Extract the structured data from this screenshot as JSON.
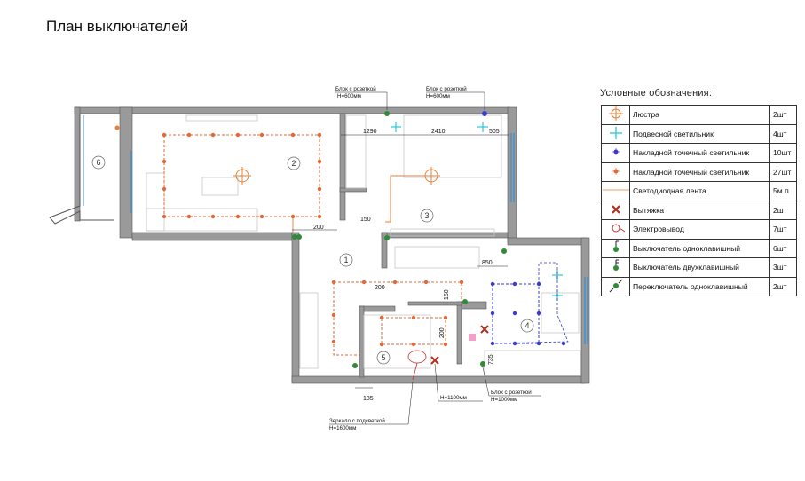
{
  "title": "План выключателей",
  "legend": {
    "title": "Условные обозначения:",
    "items": [
      {
        "icon": "chandelier-icon",
        "label": "Люстра",
        "count": "2шт",
        "color": "#e8813a"
      },
      {
        "icon": "pendant-light-icon",
        "label": "Подвесной светильник",
        "count": "4шт",
        "color": "#2bc7d8"
      },
      {
        "icon": "surface-spot-blue-icon",
        "label": "Накладной точечный светильник",
        "count": "10шт",
        "color": "#3b3bd1"
      },
      {
        "icon": "surface-spot-orange-icon",
        "label": "Накладной точечный светильник",
        "count": "27шт",
        "color": "#e06a3a"
      },
      {
        "icon": "led-strip-icon",
        "label": "Светодиодная лента",
        "count": "5м.п",
        "color": "#e8a060"
      },
      {
        "icon": "exhaust-fan-icon",
        "label": "Вытяжка",
        "count": "2шт",
        "color": "#b03020"
      },
      {
        "icon": "electric-outlet-icon",
        "label": "Электровывод",
        "count": "7шт",
        "color": "#c03030"
      },
      {
        "icon": "single-switch-icon",
        "label": "Выключатель одноклавишный",
        "count": "6шт",
        "color": "#2e8b3a"
      },
      {
        "icon": "double-switch-icon",
        "label": "Выключатель двухклавишный",
        "count": "3шт",
        "color": "#2e8b3a"
      },
      {
        "icon": "single-passthrough-switch-icon",
        "label": "Переключатель одноклавишный",
        "count": "2шт",
        "color": "#2e8b3a"
      }
    ]
  },
  "plan": {
    "rooms": [
      "1",
      "2",
      "3",
      "4",
      "5",
      "6"
    ],
    "dimensions": [
      "1290",
      "2410",
      "505",
      "200",
      "150",
      "850",
      "200",
      "150",
      "200",
      "735",
      "185"
    ],
    "annotations": {
      "socket_block_1": "Блок с розеткой",
      "socket_block_1_h": "H=600мм",
      "socket_block_2": "Блок с розеткой",
      "socket_block_2_h": "H=600мм",
      "mirror_note": "Зеркало с подсветкой",
      "mirror_h": "H=1600мм",
      "h_1100": "H=1100мм",
      "socket_block_3": "Блок с розеткой",
      "socket_block_3_h": "H=1000мм"
    }
  }
}
